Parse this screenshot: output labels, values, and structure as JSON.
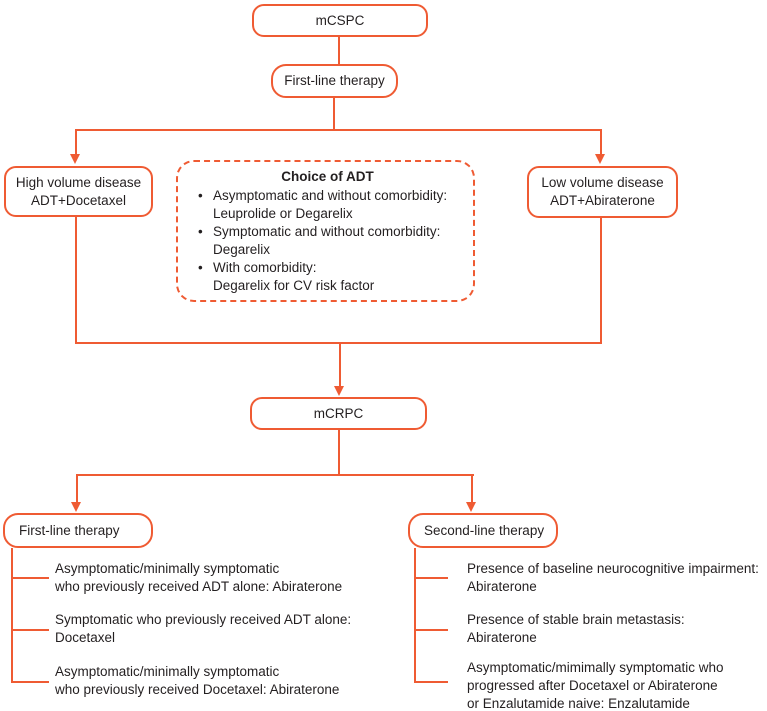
{
  "palette": {
    "accent": "#EF5B33",
    "text": "#231F20",
    "background": "#FFFFFF"
  },
  "nodes": {
    "mcspc": {
      "label": "mCSPC"
    },
    "first_line_top": {
      "label": "First-line therapy"
    },
    "high_volume": {
      "line1": "High volume disease",
      "line2": "ADT+Docetaxel"
    },
    "low_volume": {
      "line1": "Low volume disease",
      "line2": "ADT+Abiraterone"
    },
    "mcrpc": {
      "label": "mCRPC"
    },
    "first_line_bottom": {
      "label": "First-line therapy"
    },
    "second_line": {
      "label": "Second-line therapy"
    }
  },
  "adt_box": {
    "title": "Choice of ADT",
    "bullet_char": "•",
    "bullets": [
      {
        "line1": "Asymptomatic and without comorbidity:",
        "line2": "Leuprolide or Degarelix"
      },
      {
        "line1": "Symptomatic and without comorbidity:",
        "line2": "Degarelix"
      },
      {
        "line1": "With comorbidity:",
        "line2": "Degarelix for CV risk factor"
      }
    ]
  },
  "first_line_items": [
    {
      "line1": "Asymptomatic/minimally symptomatic",
      "line2": "who previously received ADT alone: Abiraterone"
    },
    {
      "line1": "Symptomatic who previously received ADT alone:",
      "line2": "Docetaxel"
    },
    {
      "line1": "Asymptomatic/minimally symptomatic",
      "line2": "who previously received Docetaxel: Abiraterone"
    }
  ],
  "second_line_items": [
    {
      "line1": "Presence of baseline neurocognitive impairment:",
      "line2": "Abiraterone"
    },
    {
      "line1": "Presence of stable brain metastasis:",
      "line2": "Abiraterone"
    },
    {
      "line1": "Asymptomatic/mimimally symptomatic who",
      "line2": "progressed after Docetaxel or Abiraterone",
      "line3": "or Enzalutamide naive: Enzalutamide"
    }
  ]
}
